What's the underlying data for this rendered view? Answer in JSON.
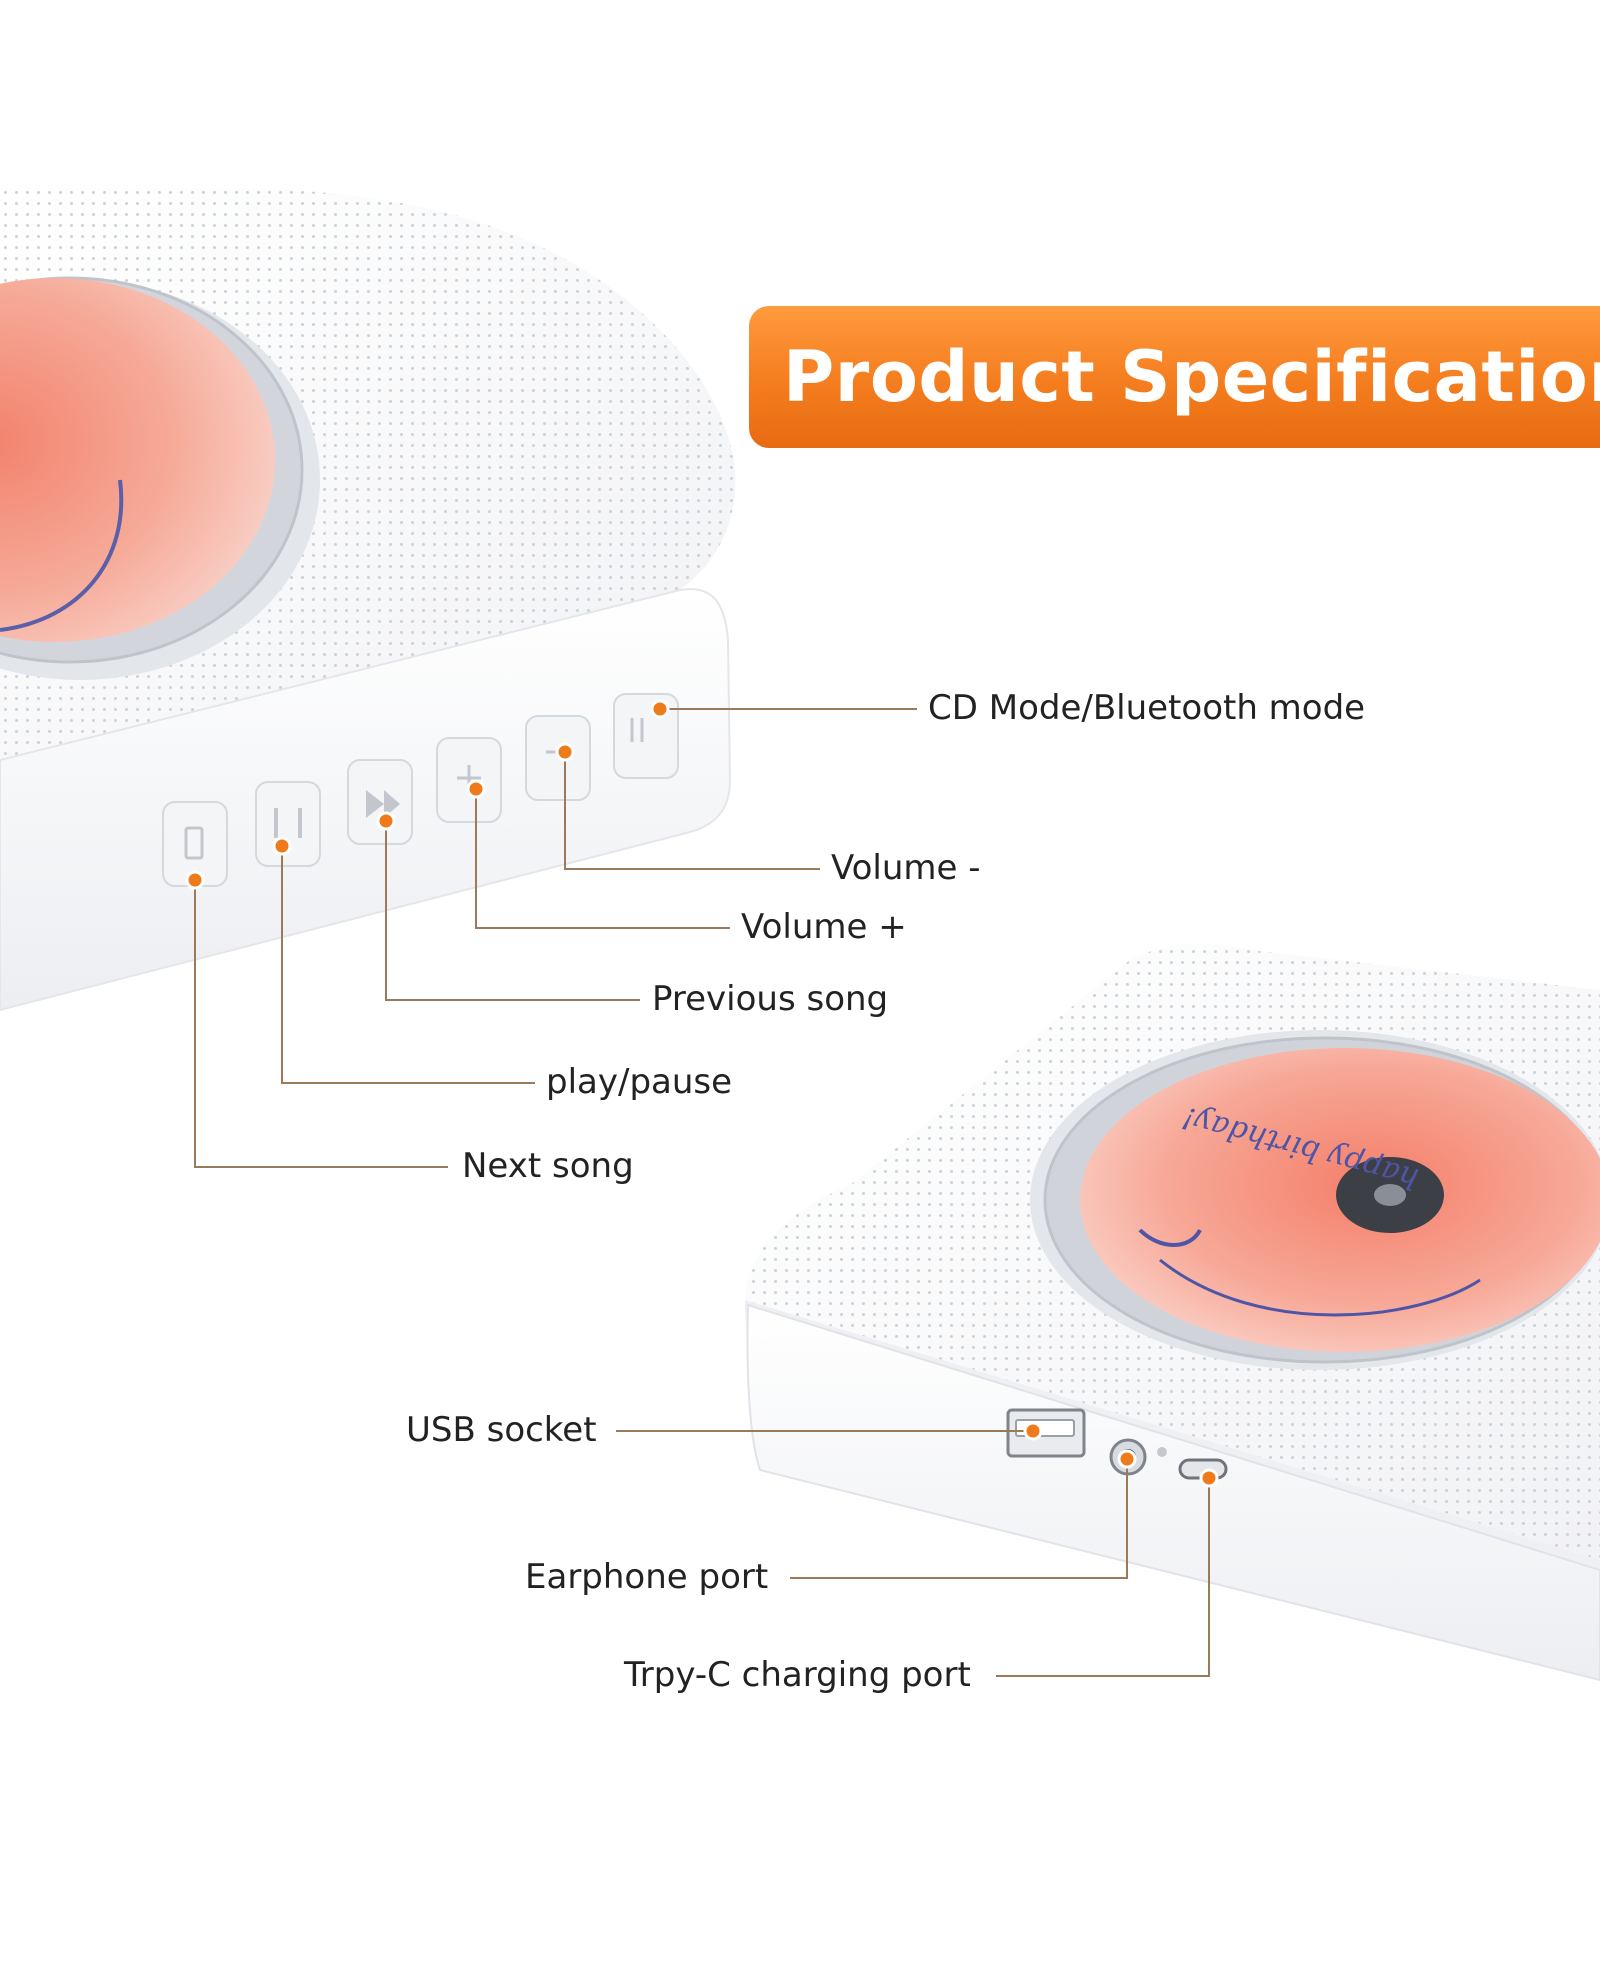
{
  "header": {
    "title": "Product Specifications"
  },
  "callouts": {
    "cd_mode": "CD Mode/Bluetooth mode",
    "volume_down": "Volume -",
    "volume_up": "Volume +",
    "previous_song": "Previous song",
    "play_pause": "play/pause",
    "next_song": "Next song",
    "usb_socket": "USB socket",
    "earphone_port": "Earphone port",
    "type_c_port": "Trpy-C charging port"
  },
  "disc": {
    "handwriting": "happy birthday!"
  },
  "colors": {
    "accent_orange": "#f47d1e",
    "disc_pink": "#f4a08e",
    "device_white": "#f7f7f9"
  },
  "icons": [
    "mode-icon",
    "volume-down-icon",
    "volume-up-icon",
    "previous-icon",
    "play-pause-icon",
    "next-icon"
  ]
}
